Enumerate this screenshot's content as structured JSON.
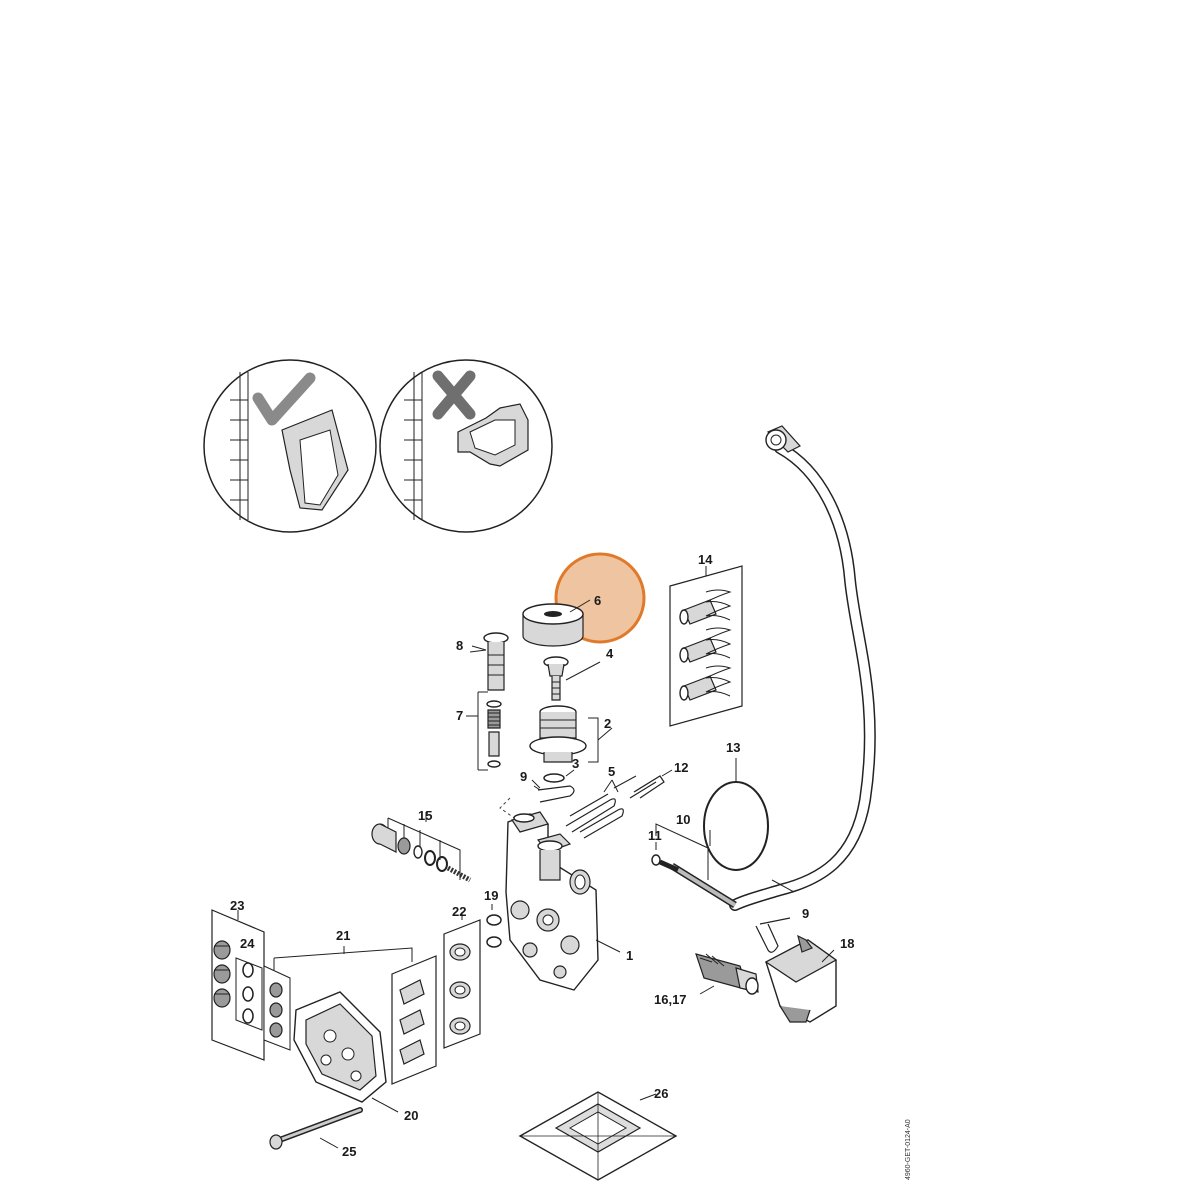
{
  "diagram": {
    "labels": {
      "l1": "1",
      "l2": "2",
      "l3": "3",
      "l4": "4",
      "l5": "5",
      "l6": "6",
      "l7": "7",
      "l8": "8",
      "l9a": "9",
      "l9b": "9",
      "l10": "10",
      "l11": "11",
      "l12": "12",
      "l13": "13",
      "l14": "14",
      "l15": "15",
      "l1617": "16,17",
      "l18": "18",
      "l19": "19",
      "l20": "20",
      "l21": "21",
      "l22": "22",
      "l23": "23",
      "l24": "24",
      "l25": "25",
      "l26": "26"
    },
    "drawing_code": "4960-GET-0124-A0",
    "highlight": {
      "part": "6",
      "color": "#e8a060",
      "stroke": "#e07a2a"
    },
    "inset_correct": {
      "icon": "check-icon"
    },
    "inset_incorrect": {
      "icon": "cross-icon"
    }
  }
}
